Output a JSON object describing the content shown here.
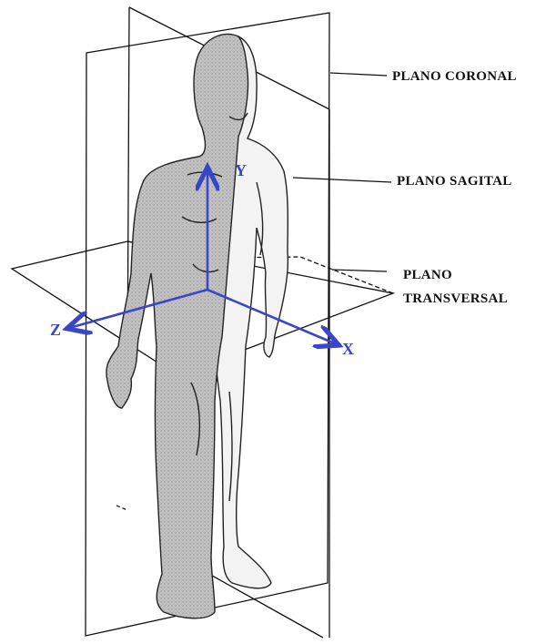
{
  "labels": {
    "coronal": "PLANO CORONAL",
    "sagital": "PLANO SAGITAL",
    "transversal_line1": "PLANO",
    "transversal_line2": "TRANSVERSAL"
  },
  "axes": {
    "x": "X",
    "y": "Y",
    "z": "Z"
  },
  "colors": {
    "axis": "#3a46c8",
    "line": "#111111",
    "body_shade": "#bdbdbd",
    "body_light": "#f4f4f4"
  }
}
